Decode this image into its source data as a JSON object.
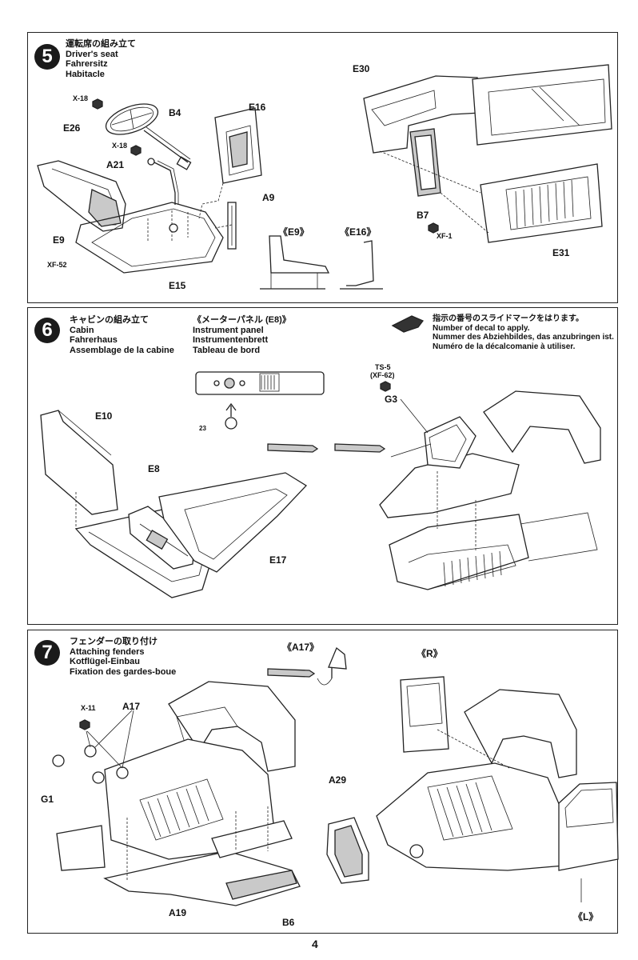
{
  "step5": {
    "number": "5",
    "title_jp": "運転席の組み立て",
    "title_en": "Driver's seat",
    "title_de": "Fahrersitz",
    "title_fr": "Habitacle",
    "parts": {
      "x18a": "X-18",
      "e26": "E26",
      "b4": "B4",
      "e16": "E16",
      "x18b": "X-18",
      "a21": "A21",
      "a9": "A9",
      "e9": "E9",
      "xf52": "XF-52",
      "e15": "E15",
      "e9_view": "《E9》",
      "e16_view": "《E16》",
      "e30": "E30",
      "b7": "B7",
      "xf1": "XF-1",
      "e31": "E31"
    }
  },
  "step6": {
    "number": "6",
    "title_jp": "キャビンの組み立て",
    "title_en": "Cabin",
    "title_de": "Fahrerhaus",
    "title_fr": "Assemblage de la cabine",
    "instrument_jp": "《メーターパネル (E8)》",
    "instrument_en": "Instrument panel",
    "instrument_de": "Instrumentenbrett",
    "instrument_fr": "Tableau de bord",
    "decal_jp": "指示の番号のスライドマークをはります。",
    "decal_en": "Number of decal to apply.",
    "decal_de": "Nummer des Abziehbildes, das anzubringen ist.",
    "decal_fr": "Numéro de la décalcomanie à utiliser.",
    "decal_number": "23",
    "parts": {
      "e10": "E10",
      "e8": "E8",
      "e17": "E17",
      "ts5": "TS-5",
      "xf62": "(XF-62)",
      "g3": "G3"
    }
  },
  "step7": {
    "number": "7",
    "title_jp": "フェンダーの取り付け",
    "title_en": "Attaching fenders",
    "title_de": "Kotflügel-Einbau",
    "title_fr": "Fixation des gardes-boue",
    "parts": {
      "a17_view": "《A17》",
      "r_view": "《R》",
      "x11": "X-11",
      "a17": "A17",
      "g1": "G1",
      "a29": "A29",
      "a19": "A19",
      "b6": "B6",
      "l_view": "《L》"
    }
  },
  "page_number": "4"
}
